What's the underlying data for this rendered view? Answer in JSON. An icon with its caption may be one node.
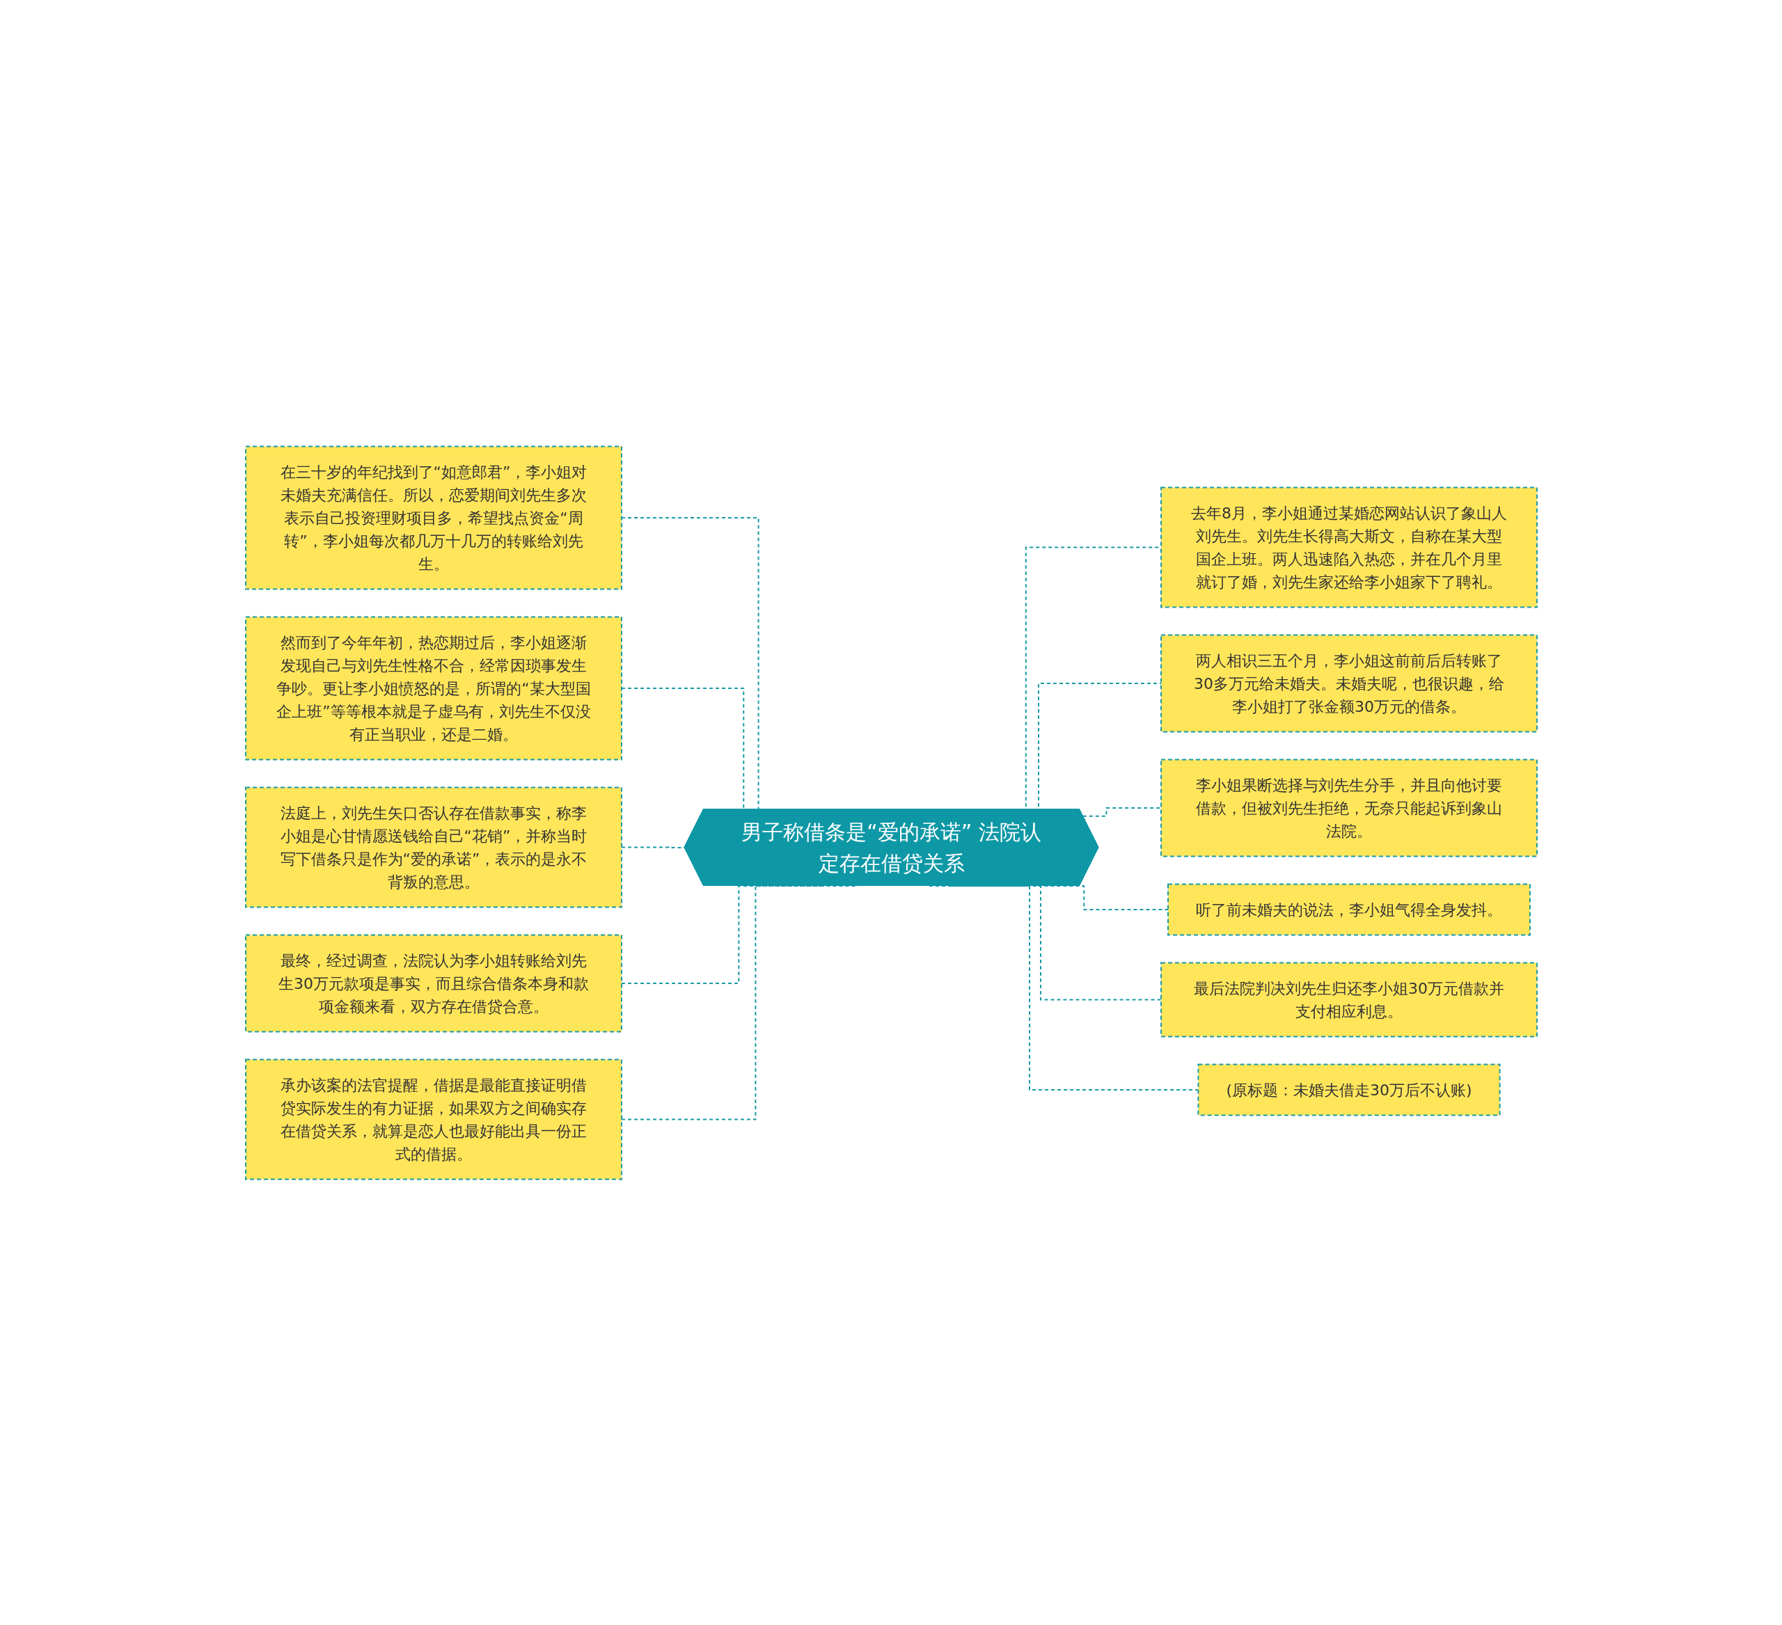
{
  "diagram": {
    "nodes": [
      {
        "text": [
          "男子称借条是“爱的承诺” 法院认定存在借贷关系"
        ]
      },
      {
        "text": [
          "在三十岁的年纪找到了“如意郎君”，李小姐对未婚夫充满信任。所以，恋爱期间刘先生多次表示自己投资理财项目多，希望找点资金“周转”，李小姐每次都几万十几万的转账给刘先生。"
        ]
      },
      {
        "text": [
          "然而到了今年年初，热恋期过后，李小姐逐渐发现自己与刘先生性格不合，经常因琐事发生争吵。更让李小姐愤怒的是，所谓的“某大型国企上班”等等根本就是子虚乌有，刘先生不仅没有正当职业，还是二婚。"
        ]
      },
      {
        "text": [
          "法庭上，刘先生矢口否认存在借款事实，称李小姐是心甘情愿送钱给自己“花销”，并称当时写下借条只是作为“爱的承诺”，表示的是永不背叛的意思。"
        ]
      },
      {
        "text": [
          "最终，经过调查，法院认为李小姐转账给刘先生30万元款项是事实，而且综合借条本身和款项金额来看，双方存在借贷合意。"
        ]
      },
      {
        "text": [
          "承办该案的法官提醒，借据是最能直接证明借贷实际发生的有力证据，如果双方之间确实存在借贷关系，就算是恋人也最好能出具一份正式的借据。"
        ]
      },
      {
        "text": [
          "去年8月，李小姐通过某婚恋网站认识了象山人刘先生。刘先生长得高大斯文，自称在某大型国企上班。两人迅速陷入热恋，并在几个月里就订了婚，刘先生家还给李小姐家下了聘礼。"
        ]
      },
      {
        "text": [
          "两人相识三五个月，李小姐这前前后后转账了30多万元给未婚夫。未婚夫呢，也很识趣，给李小姐打了张金额30万元的借条。"
        ]
      },
      {
        "text": [
          "李小姐果断选择与刘先生分手，并且向他讨要借款，但被刘先生拒绝，无奈只能起诉到象山法院。"
        ]
      },
      {
        "text": [
          "听了前未婚夫的说法，李小姐气得全身发抖。"
        ]
      },
      {
        "text": [
          "最后法院判决刘先生归还李小姐30万元借款并支付相应利息。"
        ]
      },
      {
        "text": [
          "(原标题：未婚夫借走30万后不认账)"
        ]
      }
    ],
    "edges": [
      {
        "from": 1,
        "to": 0,
        "arrow": "none",
        "style": "dashed"
      },
      {
        "from": 2,
        "to": 0,
        "arrow": "none",
        "style": "dashed"
      },
      {
        "from": 3,
        "to": 0,
        "arrow": "none",
        "style": "dashed"
      },
      {
        "from": 4,
        "to": 0,
        "arrow": "none",
        "style": "dashed"
      },
      {
        "from": 5,
        "to": 0,
        "arrow": "none",
        "style": "dashed"
      },
      {
        "from": 0,
        "to": 6,
        "arrow": "none",
        "style": "dashed"
      },
      {
        "from": 0,
        "to": 7,
        "arrow": "none",
        "style": "dashed"
      },
      {
        "from": 0,
        "to": 8,
        "arrow": "none",
        "style": "dashed"
      },
      {
        "from": 0,
        "to": 9,
        "arrow": "none",
        "style": "dashed"
      },
      {
        "from": 0,
        "to": 10,
        "arrow": "none",
        "style": "dashed"
      },
      {
        "from": 0,
        "to": 11,
        "arrow": "none",
        "style": "dashed"
      }
    ]
  }
}
